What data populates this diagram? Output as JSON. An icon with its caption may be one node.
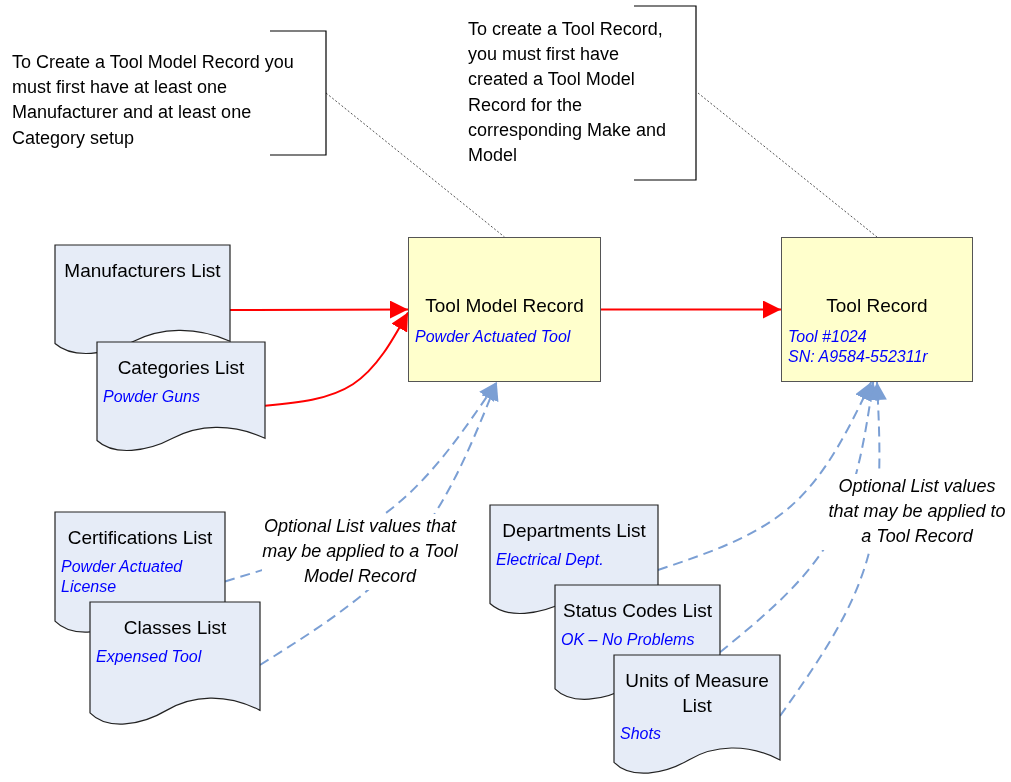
{
  "diagram": {
    "nodes": [
      {
        "text": [
          "To Create a Tool Model Record you must first have at least one Manufacturer and at least one Category setup"
        ]
      },
      {
        "text": [
          "To create a Tool Record, you must first have created a Tool Model Record for the corresponding Make and Model"
        ]
      },
      {
        "text": [
          "Manufacturers List"
        ]
      },
      {
        "text": [
          "Categories List",
          "Powder Guns"
        ]
      },
      {
        "text": [
          "Tool Model Record",
          "Powder Actuated Tool"
        ]
      },
      {
        "text": [
          "Tool Record",
          "Tool #1024",
          "SN: A9584-552311r"
        ]
      },
      {
        "text": [
          "Certifications List",
          "Powder Actuated License"
        ]
      },
      {
        "text": [
          "Classes List",
          "Expensed Tool"
        ]
      },
      {
        "text": [
          "Departments List",
          "Electrical Dept."
        ]
      },
      {
        "text": [
          "Status Codes List",
          "OK – No Problems"
        ]
      },
      {
        "text": [
          "Units of Measure List",
          "Shots"
        ]
      }
    ],
    "edges": [
      {
        "from": 0,
        "to": 4,
        "arrow": "none",
        "style": "dashed",
        "color": "#555555"
      },
      {
        "from": 1,
        "to": 5,
        "arrow": "none",
        "style": "dashed",
        "color": "#555555"
      },
      {
        "from": 2,
        "to": 4,
        "arrow": "to",
        "color": "#ff0000"
      },
      {
        "from": 3,
        "to": 4,
        "arrow": "to",
        "color": "#ff0000"
      },
      {
        "from": 4,
        "to": 5,
        "arrow": "to",
        "color": "#ff0000"
      },
      {
        "from": 6,
        "to": 4,
        "arrow": "to",
        "style": "dashed",
        "color": "#7b9fd4"
      },
      {
        "from": 7,
        "to": 4,
        "arrow": "to",
        "style": "dashed",
        "color": "#7b9fd4"
      },
      {
        "from": 8,
        "to": 5,
        "arrow": "to",
        "style": "dashed",
        "color": "#7b9fd4"
      },
      {
        "from": 9,
        "to": 5,
        "arrow": "to",
        "style": "dashed",
        "color": "#7b9fd4"
      },
      {
        "from": 10,
        "to": 5,
        "arrow": "to",
        "style": "dashed",
        "color": "#7b9fd4"
      }
    ],
    "labels": [
      "Optional List values that may be applied to a Tool Model Record",
      "Optional List values that may be applied to a Tool Record"
    ]
  }
}
